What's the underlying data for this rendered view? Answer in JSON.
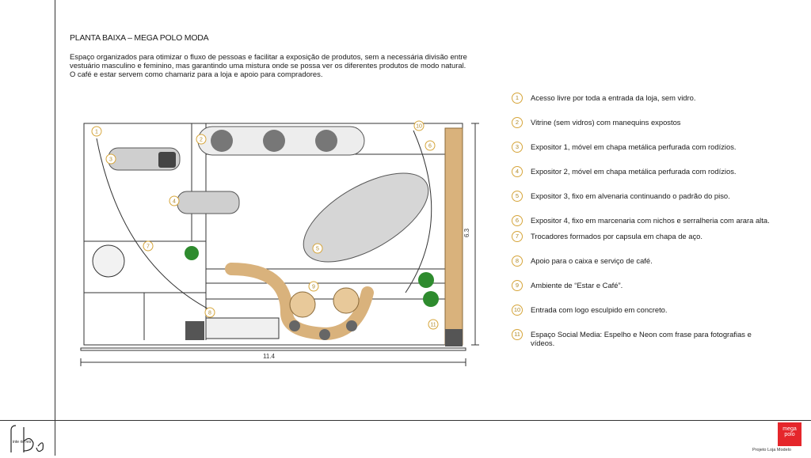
{
  "header": {
    "title": "PLANTA BAIXA – MEGA POLO MODA",
    "description_1": "Espaço organizados para otimizar o fluxo de pessoas e facilitar a exposição de produtos, sem a necessária divisão entre vestuário masculino e feminino, mas garantindo uma mistura onde se possa ver os diferentes produtos de modo natural.",
    "description_2": "O café e estar servem como chamariz para a loja e apoio para compradores."
  },
  "plan": {
    "width_label": "11.4",
    "height_label": "6.3",
    "markers": [
      "1",
      "2",
      "3",
      "4",
      "5",
      "6",
      "7",
      "8",
      "9",
      "10",
      "11"
    ]
  },
  "legend": [
    {
      "num": "1",
      "text": "Acesso livre por toda a entrada da loja, sem vidro."
    },
    {
      "num": "2",
      "text": "Vitrine (sem vidros) com manequins expostos"
    },
    {
      "num": "3",
      "text": "Expositor 1, móvel em chapa metálica perfurada com rodízios."
    },
    {
      "num": "4",
      "text": "Expositor 2, móvel em chapa metálica perfurada com rodízios."
    },
    {
      "num": "5",
      "text": "Expositor 3, fixo em alvenaria continuando o padrão do piso."
    },
    {
      "num": "6",
      "text": "Expositor 4, fixo em marcenaria com nichos e serralheria com arara alta."
    },
    {
      "num": "7",
      "text": "Trocadores formados por capsula em chapa de aço."
    },
    {
      "num": "8",
      "text": "Apoio  para o caixa e serviço de café."
    },
    {
      "num": "9",
      "text": "Ambiente de “Estar e Café”."
    },
    {
      "num": "10",
      "text": "Entrada com logo esculpido em concreto."
    },
    {
      "num": "11",
      "text": "Espaço Social Media: Espelho e Neon com frase para fotografias e vídeos."
    }
  ],
  "footer": {
    "left_logo_text": "inte rio res",
    "right_logo_text": "mega polo",
    "caption": "Projeto Loja Modelo"
  },
  "colors": {
    "marker": "#d6a53a",
    "wood": "#d9b27c",
    "gray_furniture": "#c9c9c9",
    "plant": "#2e8b2e",
    "brand_red": "#e5262b"
  }
}
